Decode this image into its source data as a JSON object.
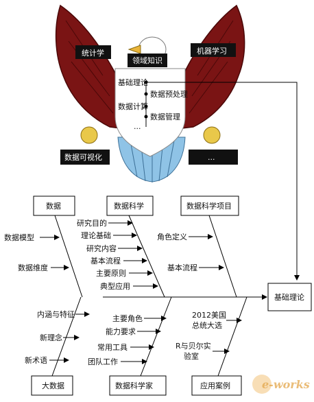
{
  "eagle": {
    "wing_left_label": "统计学",
    "head_label": "领域知识",
    "wing_right_label": "机器学习",
    "foot_left_label": "数据可视化",
    "foot_right_label": "...",
    "shield_items": [
      "基础理论",
      "数据预处理",
      "数据计算",
      "数据管理",
      "..."
    ]
  },
  "fishbone": {
    "head": "基础理论",
    "top_boxes": [
      "数据",
      "数据科学",
      "数据科学项目"
    ],
    "bottom_boxes": [
      "大数据",
      "数据科学家",
      "应用案例"
    ],
    "data_branches": [
      "数据模型",
      "数据维度"
    ],
    "science_branches": [
      "研究目的",
      "理论基础",
      "研究内容",
      "基本流程",
      "主要原则",
      "典型应用"
    ],
    "project_branches": [
      "角色定义",
      "基本流程"
    ],
    "bigdata_branches": [
      "内涵与特征",
      "新理念",
      "新术语"
    ],
    "scientist_branches": [
      "主要角色",
      "能力要求",
      "常用工具",
      "团队工作"
    ],
    "case_branches": [
      "2012美国\n总统大选",
      "R与贝尔实\n验室"
    ]
  },
  "watermark": {
    "text": "e-works",
    "color": "#f3c27a"
  },
  "colors": {
    "wing": "#7a1414",
    "wing_dark": "#4a0808",
    "shield": "#ffffff",
    "tail_blue": "#8fc3e6",
    "claw": "#e9c84a",
    "label_bg": "#111111"
  }
}
